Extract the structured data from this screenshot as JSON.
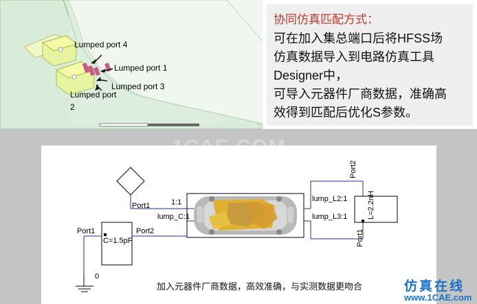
{
  "hfss": {
    "ports": {
      "port4": "Lumped port 4",
      "port1": "Lumped port 1",
      "port3": "Lumped port 3",
      "port2_line1": "Lumped port",
      "port2_line2": "2"
    }
  },
  "note": {
    "title": "协同仿真匹配方式：",
    "lines": [
      "可在加入集总端口后将HFSS场",
      "仿真数据导入到电路仿真工具",
      "Designer中，",
      "可导入元器件厂商数据，准确高",
      "效得到匹配后优化S参数。"
    ]
  },
  "schematic": {
    "labels": {
      "port1_top": "Port1",
      "ratio": "1:1",
      "lump_c": "lump_C:1",
      "port1_left": "Port1",
      "port2": "Port2",
      "cap_value": "C=1.5pF",
      "ground": "0",
      "lump_l2": "lump_L2:1",
      "lump_l3": "lump_L3:1",
      "pport2": "Port2",
      "inductor_value": "L=2.2nH",
      "pport1": "Port1"
    },
    "caption": "加入元器件厂商数据，高效准确，与实测数据更吻合"
  },
  "watermark": {
    "center": "1CAE.COM",
    "brand_cn": "仿真在线",
    "brand_url": "www.1CAE.com"
  },
  "colors": {
    "note_title": "#c0392b",
    "brand": "#1a73c9",
    "wire": "#1f2f8f"
  }
}
